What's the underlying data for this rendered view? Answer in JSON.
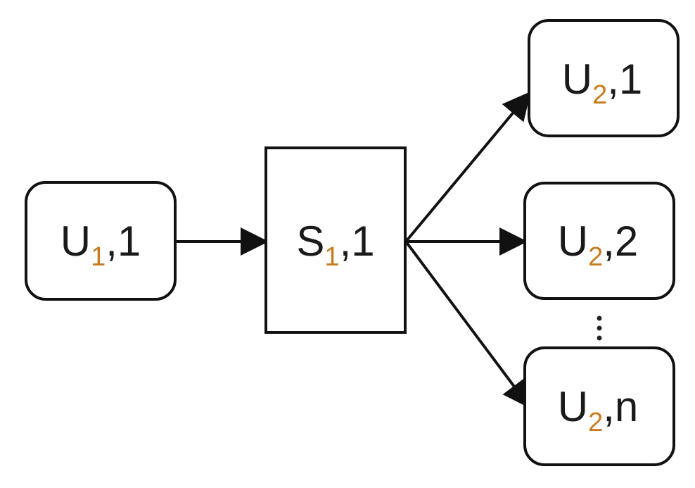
{
  "nodes": {
    "u1_1": {
      "base": "U",
      "sub": "1",
      "suffix": ",1"
    },
    "s1_1": {
      "base": "S",
      "sub": "1",
      "suffix": ",1"
    },
    "u2_1": {
      "base": "U",
      "sub": "2",
      "suffix": ",1"
    },
    "u2_2": {
      "base": "U",
      "sub": "2",
      "suffix": ",2"
    },
    "u2_n": {
      "base": "U",
      "sub": "2",
      "suffix": ",n"
    }
  },
  "colors": {
    "stroke": "#111111",
    "text": "#1a1a1a",
    "subscript": "#c87b1e"
  }
}
